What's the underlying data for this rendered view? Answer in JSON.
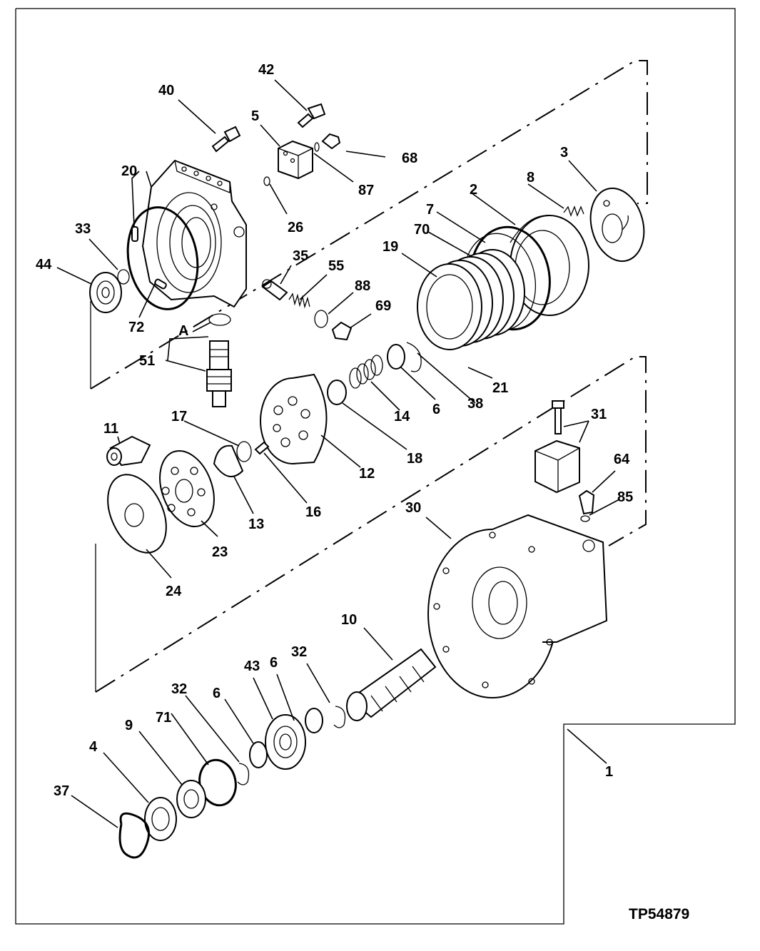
{
  "drawing_ref": "TP54879",
  "callouts": {
    "c1": "1",
    "c2": "2",
    "c3": "3",
    "c4": "4",
    "c5": "5",
    "c6a": "6",
    "c6b": "6",
    "c6c": "6",
    "c7": "7",
    "c8": "8",
    "c9": "9",
    "c10": "10",
    "c11": "11",
    "c12": "12",
    "c13": "13",
    "c14": "14",
    "c16": "16",
    "c17": "17",
    "c18": "18",
    "c19": "19",
    "c20": "20",
    "c21": "21",
    "c23": "23",
    "c24": "24",
    "c26": "26",
    "c30": "30",
    "c31": "31",
    "c32a": "32",
    "c32b": "32",
    "c33": "33",
    "c35": "35",
    "c37": "37",
    "c38": "38",
    "c40": "40",
    "c42": "42",
    "c43": "43",
    "c44": "44",
    "c51": "51",
    "c55": "55",
    "c64": "64",
    "c68": "68",
    "c69": "69",
    "c70": "70",
    "c71": "71",
    "c72": "72",
    "c85": "85",
    "c87": "87",
    "c88": "88",
    "cA": "A"
  }
}
